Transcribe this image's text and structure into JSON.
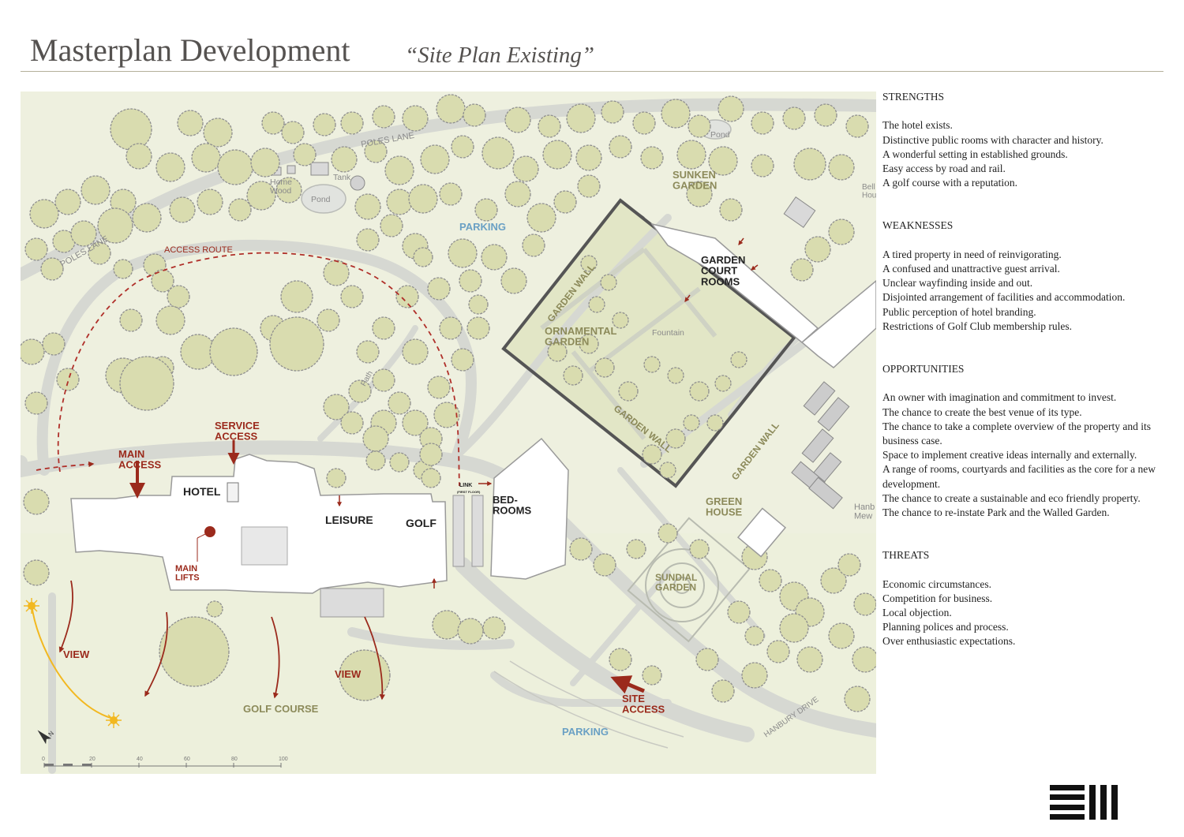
{
  "header": {
    "title": "Masterplan Development",
    "subtitle": "“Site Plan Existing”"
  },
  "map": {
    "labels": {
      "poles_lane_top": "POLES LANE",
      "poles_lane_left": "POLES LANE",
      "home_wood": "Home\nWood",
      "tank": "Tank",
      "pond_left": "Pond",
      "pond_right": "Pond",
      "parking_top": "PARKING",
      "access_route": "ACCESS ROUTE",
      "sunken_garden": "SUNKEN\nGARDEN",
      "bell_house": "Bell\nHou",
      "garden_court_rooms": "GARDEN\nCOURT\nROOMS",
      "garden_wall_top": "GARDEN WALL",
      "garden_wall_bottom": "GARDEN WALL",
      "garden_wall_right": "GARDEN WALL",
      "ornamental_garden": "ORNAMENTAL\nGARDEN",
      "fountain": "Fountain",
      "path": "Path",
      "service_access": "SERVICE\nACCESS",
      "main_access": "MAIN\nACCESS",
      "hotel": "HOTEL",
      "leisure": "LEISURE",
      "golf": "GOLF",
      "link": "LINK",
      "link_sub": "(FIRST FLOOR)",
      "bedrooms": "BED-\nROOMS",
      "green_house": "GREEN\nHOUSE",
      "hanbury_mews": "Hanb\nMew",
      "main_lifts": "MAIN\nLIFTS",
      "sundial_garden": "SUNDIAL\nGARDEN",
      "view_left": "VIEW",
      "view_right": "VIEW",
      "golf_course": "GOLF COURSE",
      "site_access": "SITE\nACCESS",
      "parking_bottom": "PARKING",
      "hanbury_drive": "HANBURY DRIVE"
    },
    "scale_bar": {
      "ticks": [
        "0",
        "20",
        "40",
        "60",
        "80",
        "100"
      ]
    },
    "colors": {
      "background": "#eef0df",
      "lawn": "#e0e4c4",
      "road": "#d9dbd8",
      "tree_fill": "#d9dcaf",
      "tree_outline": "#8f8f8f",
      "building": "#ffffff",
      "accent_red": "#9b2a1c",
      "parking_blue": "#6aa0c4",
      "garden_text": "#8c8a5a",
      "sun_yellow": "#f2b820"
    }
  },
  "swot": [
    {
      "heading": "STRENGTHS",
      "items": [
        "The hotel exists.",
        "Distinctive public rooms with character and history.",
        "A wonderful setting in established grounds.",
        "Easy access by road and rail.",
        "A golf course with a reputation."
      ]
    },
    {
      "heading": "WEAKNESSES",
      "items": [
        "A tired property in need of reinvigorating.",
        "A confused and unattractive guest arrival.",
        "Unclear wayfinding inside and out.",
        "Disjointed arrangement of facilities and accommodation.",
        "Public perception of hotel branding.",
        "Restrictions of Golf Club membership rules."
      ]
    },
    {
      "heading": "OPPORTUNITIES",
      "items": [
        "An owner with imagination and commitment to invest.",
        "The chance to create the best venue of its type.",
        "The chance to take a complete overview of the property and its business case.",
        "Space to implement creative ideas internally and externally.",
        "A range of rooms, courtyards and facilities as the core for a new development.",
        "The chance to create a sustainable and eco friendly property.",
        "The chance to re-instate Park and the Walled Garden."
      ]
    },
    {
      "heading": "THREATS",
      "items": [
        "Economic circumstances.",
        "Competition for business.",
        "Local objection.",
        "Planning polices and process.",
        "Over enthusiastic expectations."
      ]
    }
  ]
}
